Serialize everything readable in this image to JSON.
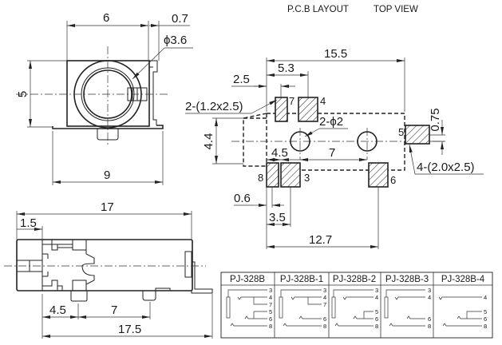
{
  "header": {
    "pcb_layout": "P.C.B LAYOUT",
    "top_view": "TOP VIEW"
  },
  "front_view": {
    "dim_width_top": "6",
    "dim_tab": "0.7",
    "dim_hole": "ϕ3.6",
    "dim_height": "5",
    "dim_base": "9"
  },
  "side_view": {
    "dim_length": "17",
    "dim_front": "1.5",
    "dim_pin_a": "4.5",
    "dim_pin_b": "7",
    "dim_total": "17.5"
  },
  "pcb_layout": {
    "dim_overall": "15.5",
    "dim_pad_spacing": "5.3",
    "dim_pad_offset": "2.5",
    "small_pad_note": "2-(1.2x2.5)",
    "hole_note": "2-ϕ2",
    "dim_body_height": "4.4",
    "dim_hole_a": "4.5",
    "dim_hole_b": "7",
    "dim_pad5_offset": "0.75",
    "large_pad_note": "4-(2.0x2.5)",
    "dim_gap": "0.6",
    "dim_pad8_3": "3.5",
    "dim_pad6": "12.7",
    "pins": {
      "p7": "7",
      "p4": "4",
      "p5": "5",
      "p8": "8",
      "p3": "3",
      "p6": "6"
    }
  },
  "variants_table": {
    "columns": [
      {
        "name": "PJ-328B",
        "pins": [
          "3",
          "4",
          "7",
          "5",
          "6",
          "8"
        ]
      },
      {
        "name": "PJ-328B-1",
        "pins": [
          "3",
          "4",
          "7",
          "6",
          "8"
        ]
      },
      {
        "name": "PJ-328B-2",
        "pins": [
          "3",
          "4",
          "5",
          "6",
          "8"
        ]
      },
      {
        "name": "PJ-328B-3",
        "pins": [
          "3",
          "4",
          "6",
          "8"
        ]
      },
      {
        "name": "PJ-328B-4",
        "pins": [
          "4",
          "5",
          "6",
          "8"
        ]
      }
    ]
  }
}
